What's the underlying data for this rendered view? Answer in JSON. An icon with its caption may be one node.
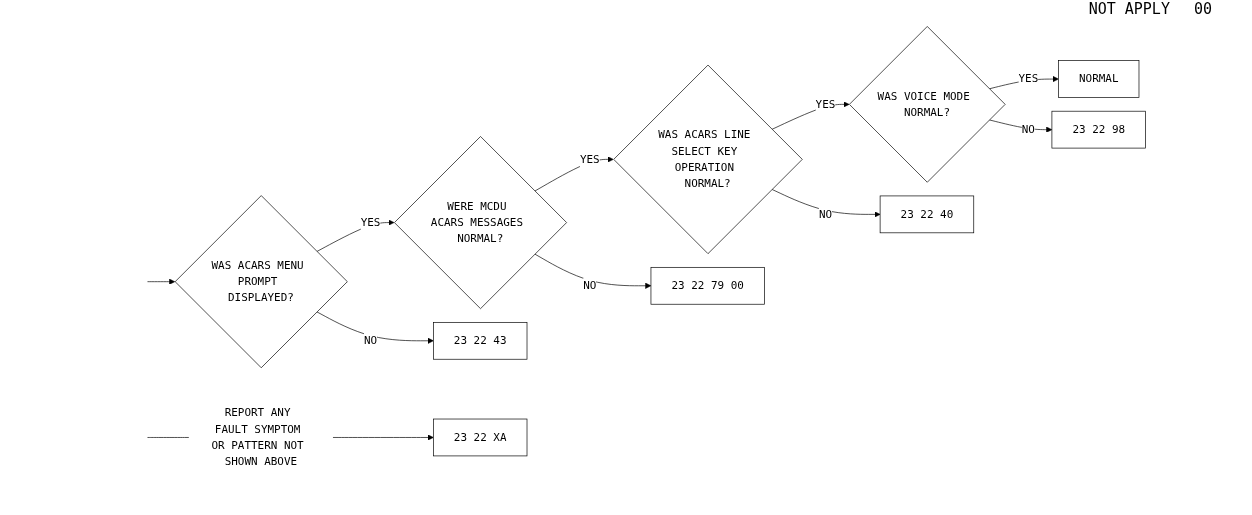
{
  "diagram": {
    "nodes": [
      {
        "text": [
          "WAS ACARS MENU PROMPT DISPLAYED?"
        ]
      },
      {
        "text": [
          "WERE MCDU ACARS MESSAGES NORMAL?"
        ]
      },
      {
        "text": [
          "WAS ACARS LINE SELECT KEY OPERATION NORMAL?"
        ]
      },
      {
        "text": [
          "WAS VOICE MODE NORMAL?"
        ]
      },
      {
        "text": [
          "NORMAL"
        ]
      },
      {
        "text": [
          "23 22 98"
        ]
      },
      {
        "text": [
          "23 22 40"
        ]
      },
      {
        "text": [
          "23 22 79 00"
        ]
      },
      {
        "text": [
          "23 22 43"
        ]
      },
      {
        "text": [
          "REPORT ANY FAULT SYMPTOM OR PATTERN NOT SHOWN ABOVE"
        ]
      },
      {
        "text": [
          "23 22 XA"
        ]
      }
    ],
    "edges": [
      {
        "from": null,
        "to": 0,
        "arrow": "to"
      },
      {
        "from": 0,
        "to": 1,
        "label": "YES",
        "arrow": "to"
      },
      {
        "from": 1,
        "to": 2,
        "label": "YES",
        "arrow": "to"
      },
      {
        "from": 2,
        "to": 3,
        "label": "YES",
        "arrow": "to"
      },
      {
        "from": 3,
        "to": 4,
        "label": "YES",
        "arrow": "to"
      },
      {
        "from": 3,
        "to": 5,
        "label": "NO",
        "arrow": "to"
      },
      {
        "from": 2,
        "to": 6,
        "label": "NO",
        "arrow": "to"
      },
      {
        "from": 1,
        "to": 7,
        "label": "NO",
        "arrow": "to"
      },
      {
        "from": 0,
        "to": 8,
        "label": "NO",
        "arrow": "to"
      },
      {
        "from": null,
        "to": 9,
        "arrow": "none"
      },
      {
        "from": 9,
        "to": 10,
        "arrow": "to"
      }
    ],
    "labels": [
      "NOT APPLY",
      "00"
    ]
  }
}
